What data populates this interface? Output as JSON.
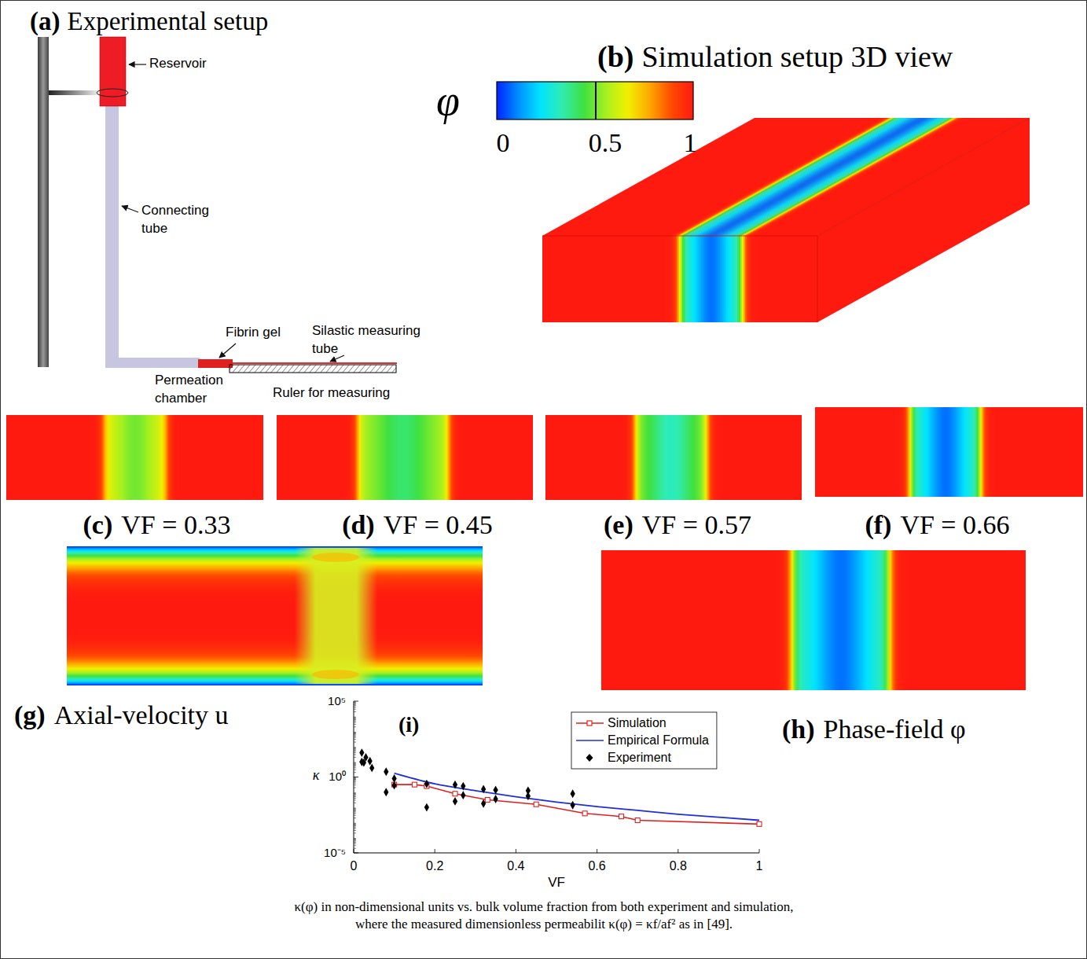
{
  "diagram": {
    "caption": "κ(φ) in non-dimensional units vs. bulk volume fraction from both experiment and simulation, where the measured dimensionless permeabilit κ(φ) = κf/af² as in [49].",
    "nodes": [
      {
        "text": [
          "(c)",
          "VF = 0.33"
        ]
      },
      {
        "text": [
          "(d)",
          "VF = 0.45"
        ]
      },
      {
        "text": [
          "(e)",
          "VF = 0.57"
        ]
      },
      {
        "text": [
          "(f)",
          "VF = 0.66"
        ]
      },
      {
        "text": [
          "(g)",
          "Axial-velocity u"
        ]
      },
      {
        "text": [
          "(h)",
          "Phase-field φ"
        ]
      }
    ],
    "labels": [
      "(a)",
      "Experimental setup",
      "Reservoir",
      "Connecting tube",
      "Fibrin gel",
      "Silastic measuring tube",
      "Permeation chamber",
      "Ruler for measuring",
      "(b)",
      "Simulation setup 3D view",
      "φ",
      "0",
      "0.5",
      "1",
      "(i)",
      "10⁵",
      "10⁰",
      "10⁻⁵",
      "κ",
      "0",
      "0.2",
      "0.4",
      "0.6",
      "0.8",
      "1",
      "VF"
    ],
    "legend": [
      {
        "text": "Simulation"
      },
      {
        "text": "Empirical Formula"
      },
      {
        "text": "Experiment"
      }
    ]
  }
}
